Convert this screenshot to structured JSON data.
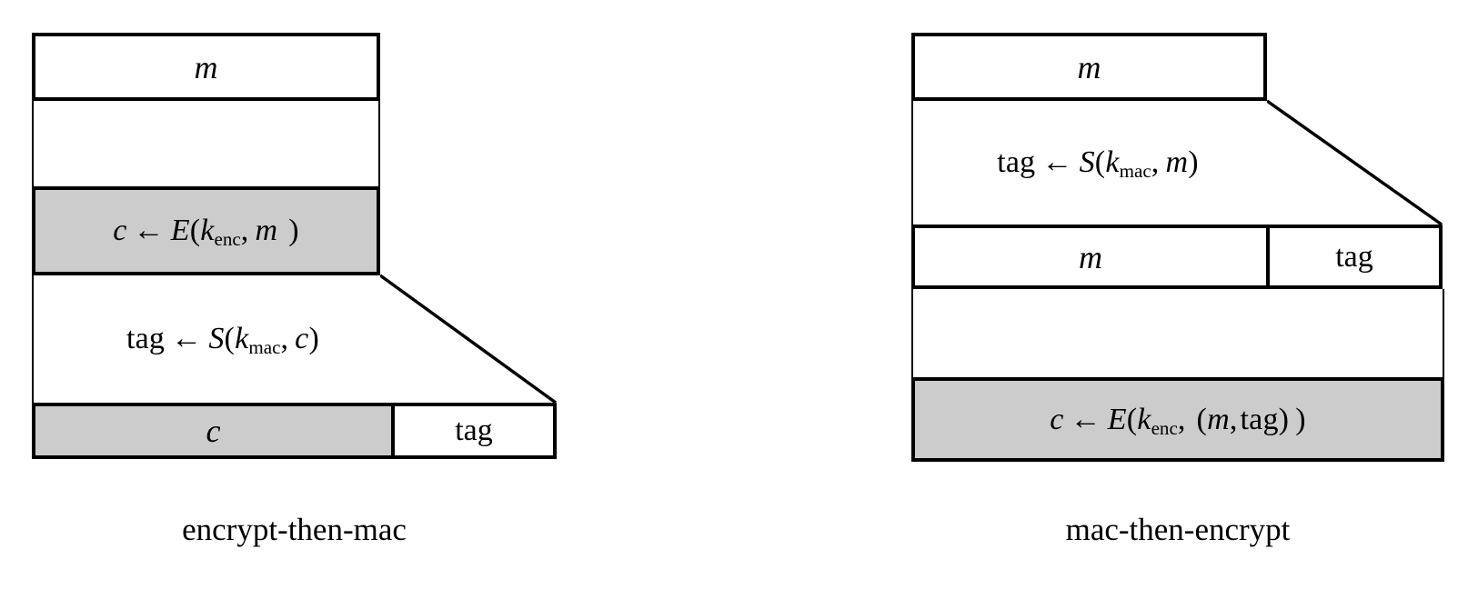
{
  "figure": {
    "title": "",
    "background_color": "#ffffff",
    "line_color": "#000000",
    "shaded_color": "#cccccc"
  },
  "diagrams": [
    {
      "id": "encrypt-then-mac",
      "caption": "encrypt-then-mac",
      "rows": [
        {
          "id": "plaintext-row",
          "kind": "box",
          "shaded": false,
          "cells": [
            {
              "id": "m-cell",
              "label": "m",
              "style": "italic",
              "shaded": false
            }
          ]
        },
        {
          "id": "encrypt-step-row",
          "kind": "gap",
          "shaded": false,
          "cells": [
            {
              "id": "encrypt-gap-cell",
              "label": "",
              "style": "none",
              "shaded": false
            }
          ]
        },
        {
          "id": "ciphertext-compute-row",
          "kind": "box",
          "shaded": true,
          "formula": {
            "lhs": "c",
            "arrow": "←",
            "fn": "E",
            "open": "(",
            "key_base": "k",
            "key_sub": "enc",
            "comma": ",",
            "arg": "m",
            "close": ")"
          },
          "plain": "c ← E(k_enc, m )"
        },
        {
          "id": "mac-step-row",
          "kind": "gap",
          "shaded": false,
          "formula": {
            "lhs": "tag",
            "arrow": "←",
            "fn": "S",
            "open": "(",
            "key_base": "k",
            "key_sub": "mac",
            "comma": ",",
            "arg": "c",
            "close": ")"
          },
          "plain": "tag ← S(k_mac, c)"
        },
        {
          "id": "output-row",
          "kind": "box",
          "shaded": false,
          "cells": [
            {
              "id": "c-cell",
              "label": "c",
              "style": "italic",
              "shaded": true
            },
            {
              "id": "tag-cell",
              "label": "tag",
              "style": "roman",
              "shaded": false
            }
          ]
        }
      ]
    },
    {
      "id": "mac-then-encrypt",
      "caption": "mac-then-encrypt",
      "rows": [
        {
          "id": "plaintext-row",
          "kind": "box",
          "shaded": false,
          "cells": [
            {
              "id": "m-cell",
              "label": "m",
              "style": "italic",
              "shaded": false
            }
          ]
        },
        {
          "id": "mac-step-row",
          "kind": "gap",
          "shaded": false,
          "formula": {
            "lhs": "tag",
            "arrow": "←",
            "fn": "S",
            "open": "(",
            "key_base": "k",
            "key_sub": "mac",
            "comma": ",",
            "arg": "m",
            "close": ")"
          },
          "plain": "tag ← S(k_mac, m)"
        },
        {
          "id": "intermediate-row",
          "kind": "box",
          "shaded": false,
          "cells": [
            {
              "id": "m-cell",
              "label": "m",
              "style": "italic",
              "shaded": false
            },
            {
              "id": "tag-cell",
              "label": "tag",
              "style": "roman",
              "shaded": false
            }
          ]
        },
        {
          "id": "encrypt-step-row",
          "kind": "gap",
          "shaded": false,
          "cells": [
            {
              "id": "encrypt-gap-cell",
              "label": "",
              "style": "none",
              "shaded": false
            }
          ]
        },
        {
          "id": "ciphertext-compute-row",
          "kind": "box",
          "shaded": true,
          "formula": {
            "lhs": "c",
            "arrow": "←",
            "fn": "E",
            "open": "(",
            "key_base": "k",
            "key_sub": "enc",
            "comma": ",",
            "arg_open": "(",
            "arg1": "m",
            "arg_comma": ",",
            "arg2": "tag",
            "arg_close": ")",
            "close": ")"
          },
          "plain": "c ← E(k_enc,  (m, tag) )"
        }
      ]
    }
  ]
}
